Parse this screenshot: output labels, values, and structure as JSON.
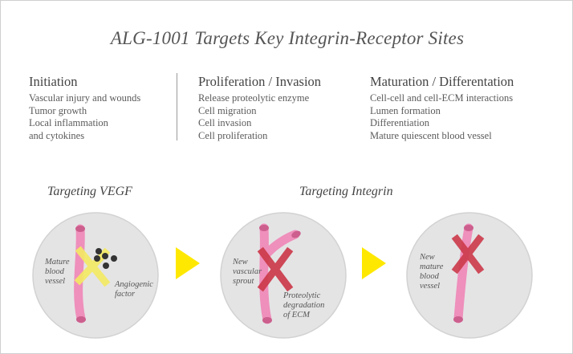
{
  "title": "ALG-1001 Targets Key Integrin-Receptor Sites",
  "stages": [
    {
      "heading": "Initiation",
      "items": [
        "Vascular injury and wounds",
        "Tumor growth",
        "Local inflammation",
        "and cytokines"
      ]
    },
    {
      "heading": "Proliferation / Invasion",
      "items": [
        "Release proteolytic enzyme",
        "Cell migration",
        "Cell invasion",
        "Cell proliferation"
      ]
    },
    {
      "heading": "Maturation / Differentation",
      "items": [
        "Cell-cell and cell-ECM interactions",
        "Lumen formation",
        "Differentiation",
        "Mature quiescent blood vessel"
      ]
    }
  ],
  "targeting": {
    "vegf": "Targeting VEGF",
    "integrin": "Targeting Integrin"
  },
  "panels": {
    "panel1": {
      "vessel_label": [
        "Mature",
        "blood",
        "vessel"
      ],
      "factor_label": [
        "Angiogenic",
        "factor"
      ]
    },
    "panel2": {
      "sprout_label": [
        "New",
        "vascular",
        "sprout"
      ],
      "ecm_label": [
        "Proteolytic",
        "degradation",
        "of ECM"
      ]
    },
    "panel3": {
      "vessel_label": [
        "New",
        "mature",
        "blood",
        "vessel"
      ]
    }
  },
  "colors": {
    "circle_fill": "#e4e4e5",
    "circle_stroke": "#d2d2d2",
    "vessel": "#ef8fbb",
    "vessel_end": "#cc5f8d",
    "yellow_x": "#f4ea63",
    "red_x": "#cc3a4a",
    "arrow": "#ffe800"
  }
}
